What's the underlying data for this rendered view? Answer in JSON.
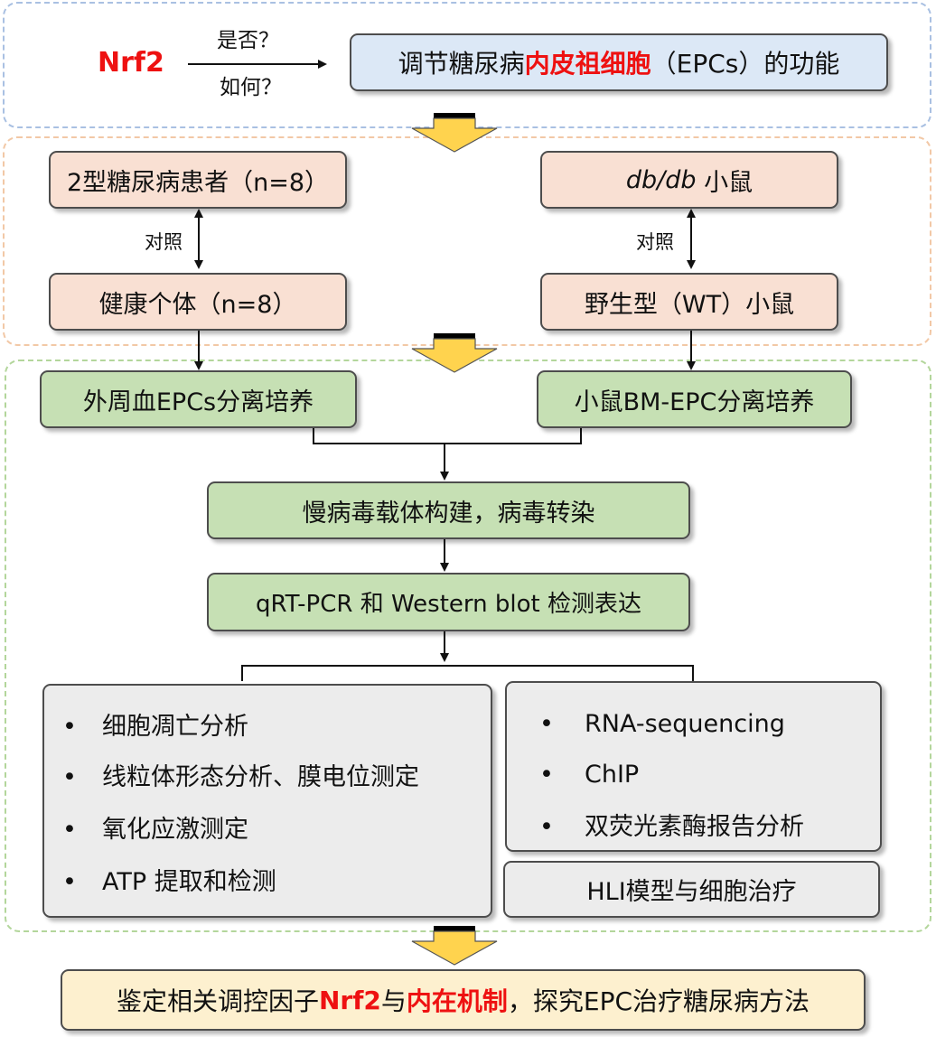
{
  "colors": {
    "section1_border": "#a9c0e2",
    "section2_border": "#f2c8a6",
    "section3_border": "#b3d69b",
    "blue_box": "#dce8f6",
    "peach_box": "#f9e0d3",
    "green_box": "#c6e0b4",
    "gray_box": "#ececec",
    "final_box": "#fdf0cf",
    "highlight_red": "#ee1111",
    "arrow_yellow": "#ffd34e"
  },
  "top": {
    "nrf2": "Nrf2",
    "question_top": "是否？",
    "question_bottom": "如何？",
    "goal_part1": "调节糖尿病",
    "goal_highlight": "内皮祖细胞",
    "goal_part2": "（EPCs）的功能"
  },
  "subjects": {
    "patients": "2型糖尿病患者（n=8）",
    "healthy": "健康个体（n=8）",
    "control_left": "对照",
    "dbdb_italic": "db/db",
    "dbdb_rest": " 小鼠",
    "wt_mice": "野生型（WT）小鼠",
    "control_right": "对照"
  },
  "process": {
    "left_isolation": "外周血EPCs分离培养",
    "right_isolation": "小鼠BM-EPC分离培养",
    "lentivirus": "慢病毒载体构建，病毒转染",
    "detection": "qRT-PCR 和 Western blot 检测表达"
  },
  "analysis_left": [
    "细胞凋亡分析",
    "线粒体形态分析、膜电位测定",
    "氧化应激测定",
    "ATP 提取和检测"
  ],
  "analysis_right": [
    "RNA-sequencing",
    "ChIP",
    "双荧光素酶报告分析"
  ],
  "bullet_symbol": "•",
  "hli": "HLI模型与细胞治疗",
  "final": {
    "part1": "鉴定相关调控因子",
    "nrf2": "Nrf2",
    "part2": "与",
    "highlight": "内在机制",
    "part3": "，探究EPC治疗糖尿病方法"
  }
}
